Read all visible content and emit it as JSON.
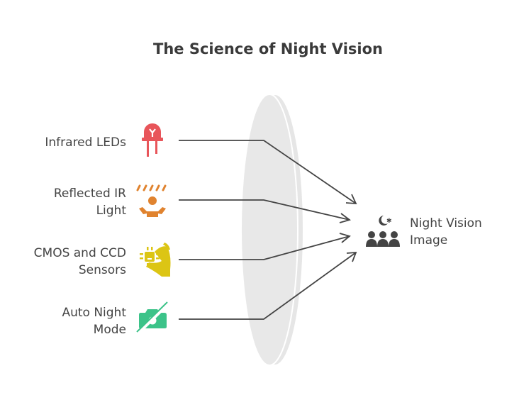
{
  "title": "The Science of Night Vision",
  "inputs": [
    {
      "line1": "Infrared LEDs",
      "line2": "",
      "icon": "led-icon",
      "color": "#e8555a"
    },
    {
      "line1": "Reflected IR",
      "line2": "Light",
      "icon": "person-rays-icon",
      "color": "#e0832f"
    },
    {
      "line1": "CMOS and CCD",
      "line2": "Sensors",
      "icon": "hand-chip-icon",
      "color": "#dcc514"
    },
    {
      "line1": "Auto Night",
      "line2": "Mode",
      "icon": "camera-off-icon",
      "color": "#3cc389"
    }
  ],
  "output": {
    "line1": "Night Vision",
    "line2": "Image",
    "icon": "night-group-icon",
    "color": "#444444"
  },
  "lens_color": "#e8e8e8"
}
